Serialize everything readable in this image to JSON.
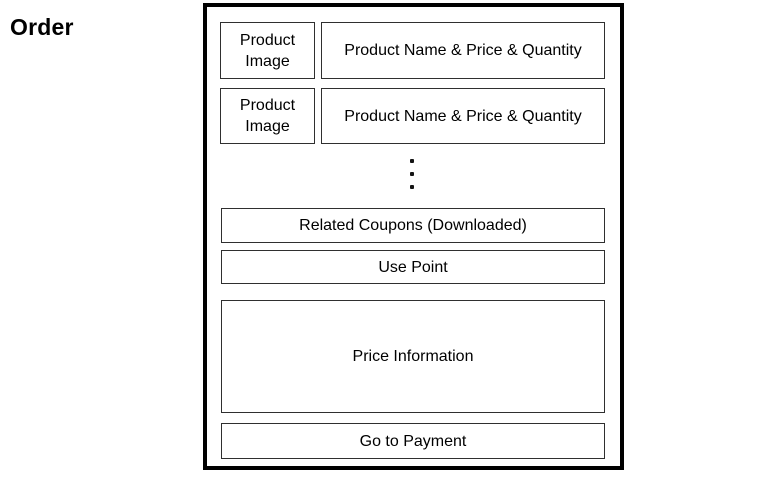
{
  "title": "Order",
  "panel": {
    "products": [
      {
        "image": "Product Image",
        "info": "Product Name & Price & Quantity"
      },
      {
        "image": "Product Image",
        "info": "Product Name & Price & Quantity"
      }
    ],
    "coupons": "Related Coupons (Downloaded)",
    "use_point": "Use Point",
    "price_info": "Price Information",
    "payment": "Go to Payment"
  },
  "colors": {
    "frame_border": "#000000",
    "box_border": "#2f2f2f",
    "background": "#ffffff",
    "text": "#000000"
  }
}
